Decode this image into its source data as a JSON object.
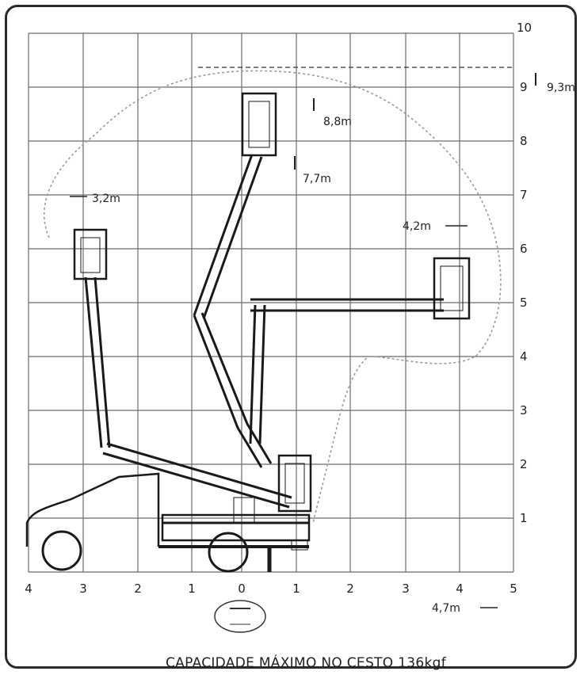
{
  "diagram": {
    "x_ticks": [
      "4",
      "3",
      "2",
      "1",
      "0",
      "1",
      "2",
      "3",
      "4",
      "5"
    ],
    "y_ticks": [
      "1",
      "2",
      "3",
      "4",
      "5",
      "6",
      "7",
      "8",
      "9",
      "10"
    ],
    "annotations": {
      "max_height": "9,3m",
      "basket_top": "8,8m",
      "basket_floor": "7,7m",
      "rear_reach": "3,2m",
      "side_reach": "4,2m",
      "max_outreach": "4,7m"
    },
    "caption": "CAPACIDADE MÁXIMO NO CESTO 136kgf",
    "colors": {
      "ink": "#1a1a1a",
      "grid": "#6b6b6b",
      "envelope": "#9a9a9a"
    }
  }
}
